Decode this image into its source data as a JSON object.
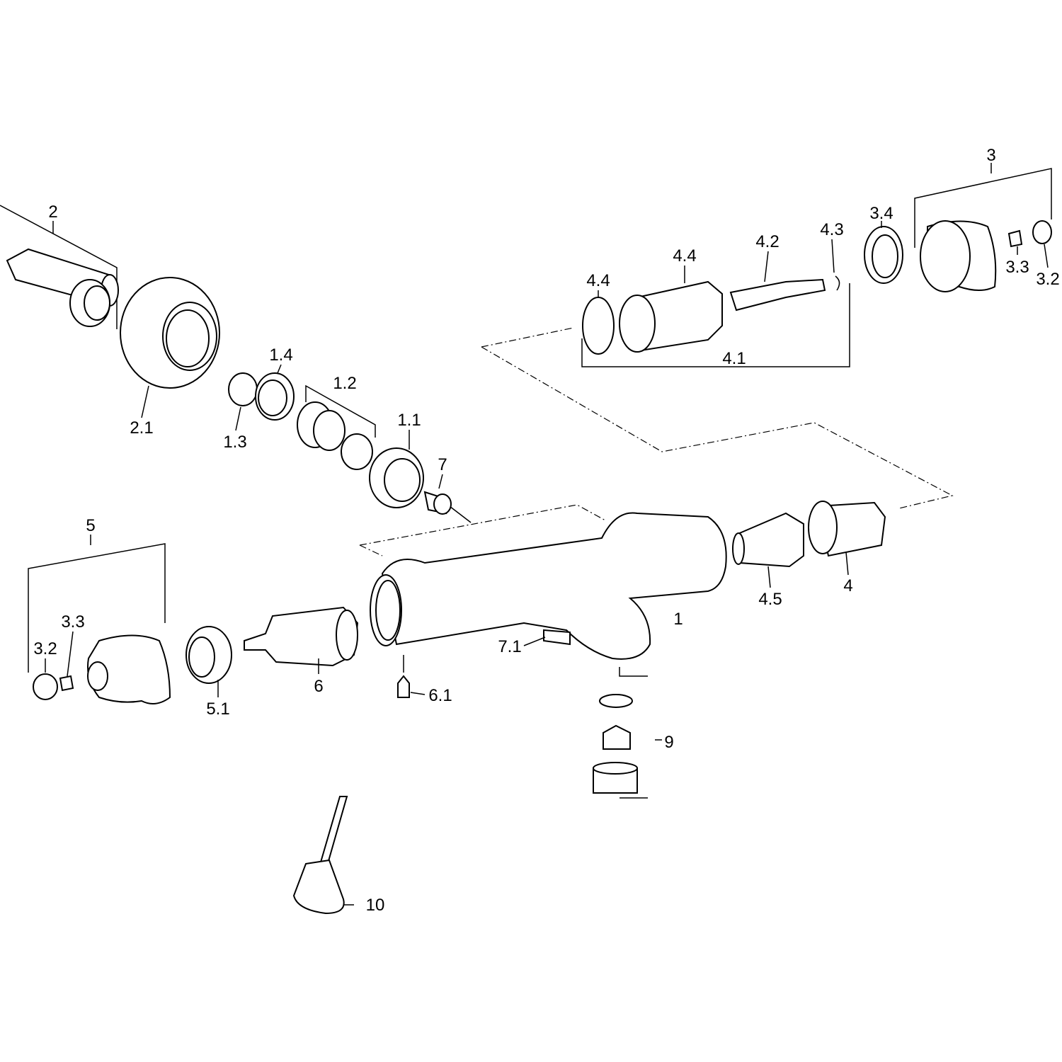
{
  "diagram": {
    "labels": {
      "p2": "2",
      "p2_1": "2.1",
      "p1_4": "1.4",
      "p1_3": "1.3",
      "p1_2": "1.2",
      "p1_1": "1.1",
      "p7": "7",
      "p5": "5",
      "p3_3a": "3.3",
      "p3_2a": "3.2",
      "p5_1": "5.1",
      "p6": "6",
      "p6_1": "6.1",
      "p7_1": "7.1",
      "p1": "1",
      "p4_5": "4.5",
      "p4": "4",
      "p9": "9",
      "p10": "10",
      "p3": "3",
      "p3_4": "3.4",
      "p4_3": "4.3",
      "p4_2": "4.2",
      "p4_4a": "4.4",
      "p4_4b": "4.4",
      "p3_3b": "3.3",
      "p3_2b": "3.2",
      "p4_1": "4.1"
    }
  }
}
